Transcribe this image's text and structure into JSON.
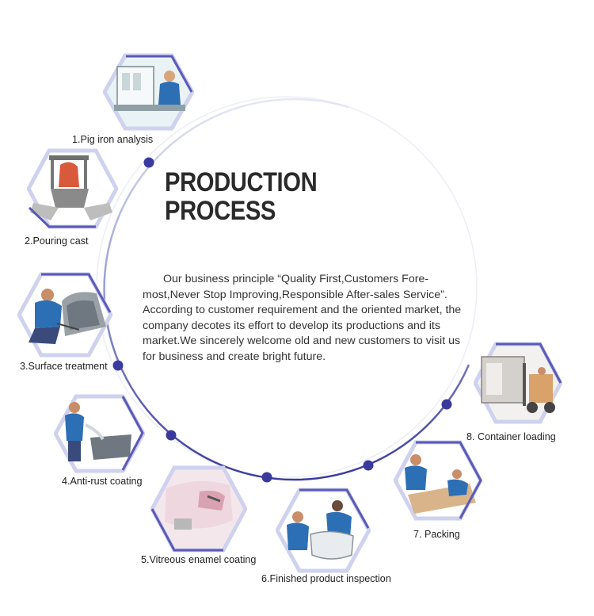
{
  "title": {
    "line1": "PRODUCTION",
    "line2": "PROCESS"
  },
  "intro": "Our business principle “Quality First,Customers Fore-most,Never Stop Improving,Responsible After-sales Service”. According to customer requirement and the oriented market, the company decotes its effort to develop its productions and its market.We sincerely welcome old and new customers to visit us for business and create bright future.",
  "steps": [
    {
      "label": "1.Pig iron analysis",
      "icon": "lab-analysis-icon"
    },
    {
      "label": "2.Pouring cast",
      "icon": "pouring-ladle-icon"
    },
    {
      "label": "3.Surface treatment",
      "icon": "worker-surface-icon"
    },
    {
      "label": "4.Anti-rust coating",
      "icon": "spray-coating-icon"
    },
    {
      "label": "5.Vitreous enamel coating",
      "icon": "enamel-coating-icon"
    },
    {
      "label": "6.Finished product inspection",
      "icon": "inspection-icon"
    },
    {
      "label": "7. Packing",
      "icon": "packing-icon"
    },
    {
      "label": "8. Container loading",
      "icon": "forklift-container-icon"
    }
  ],
  "colors": {
    "accent": "#3a3a9e",
    "ring": "#b9bce0",
    "hex_outline": "#5a5ab8",
    "hex_shadow": "#cfd2ee"
  }
}
